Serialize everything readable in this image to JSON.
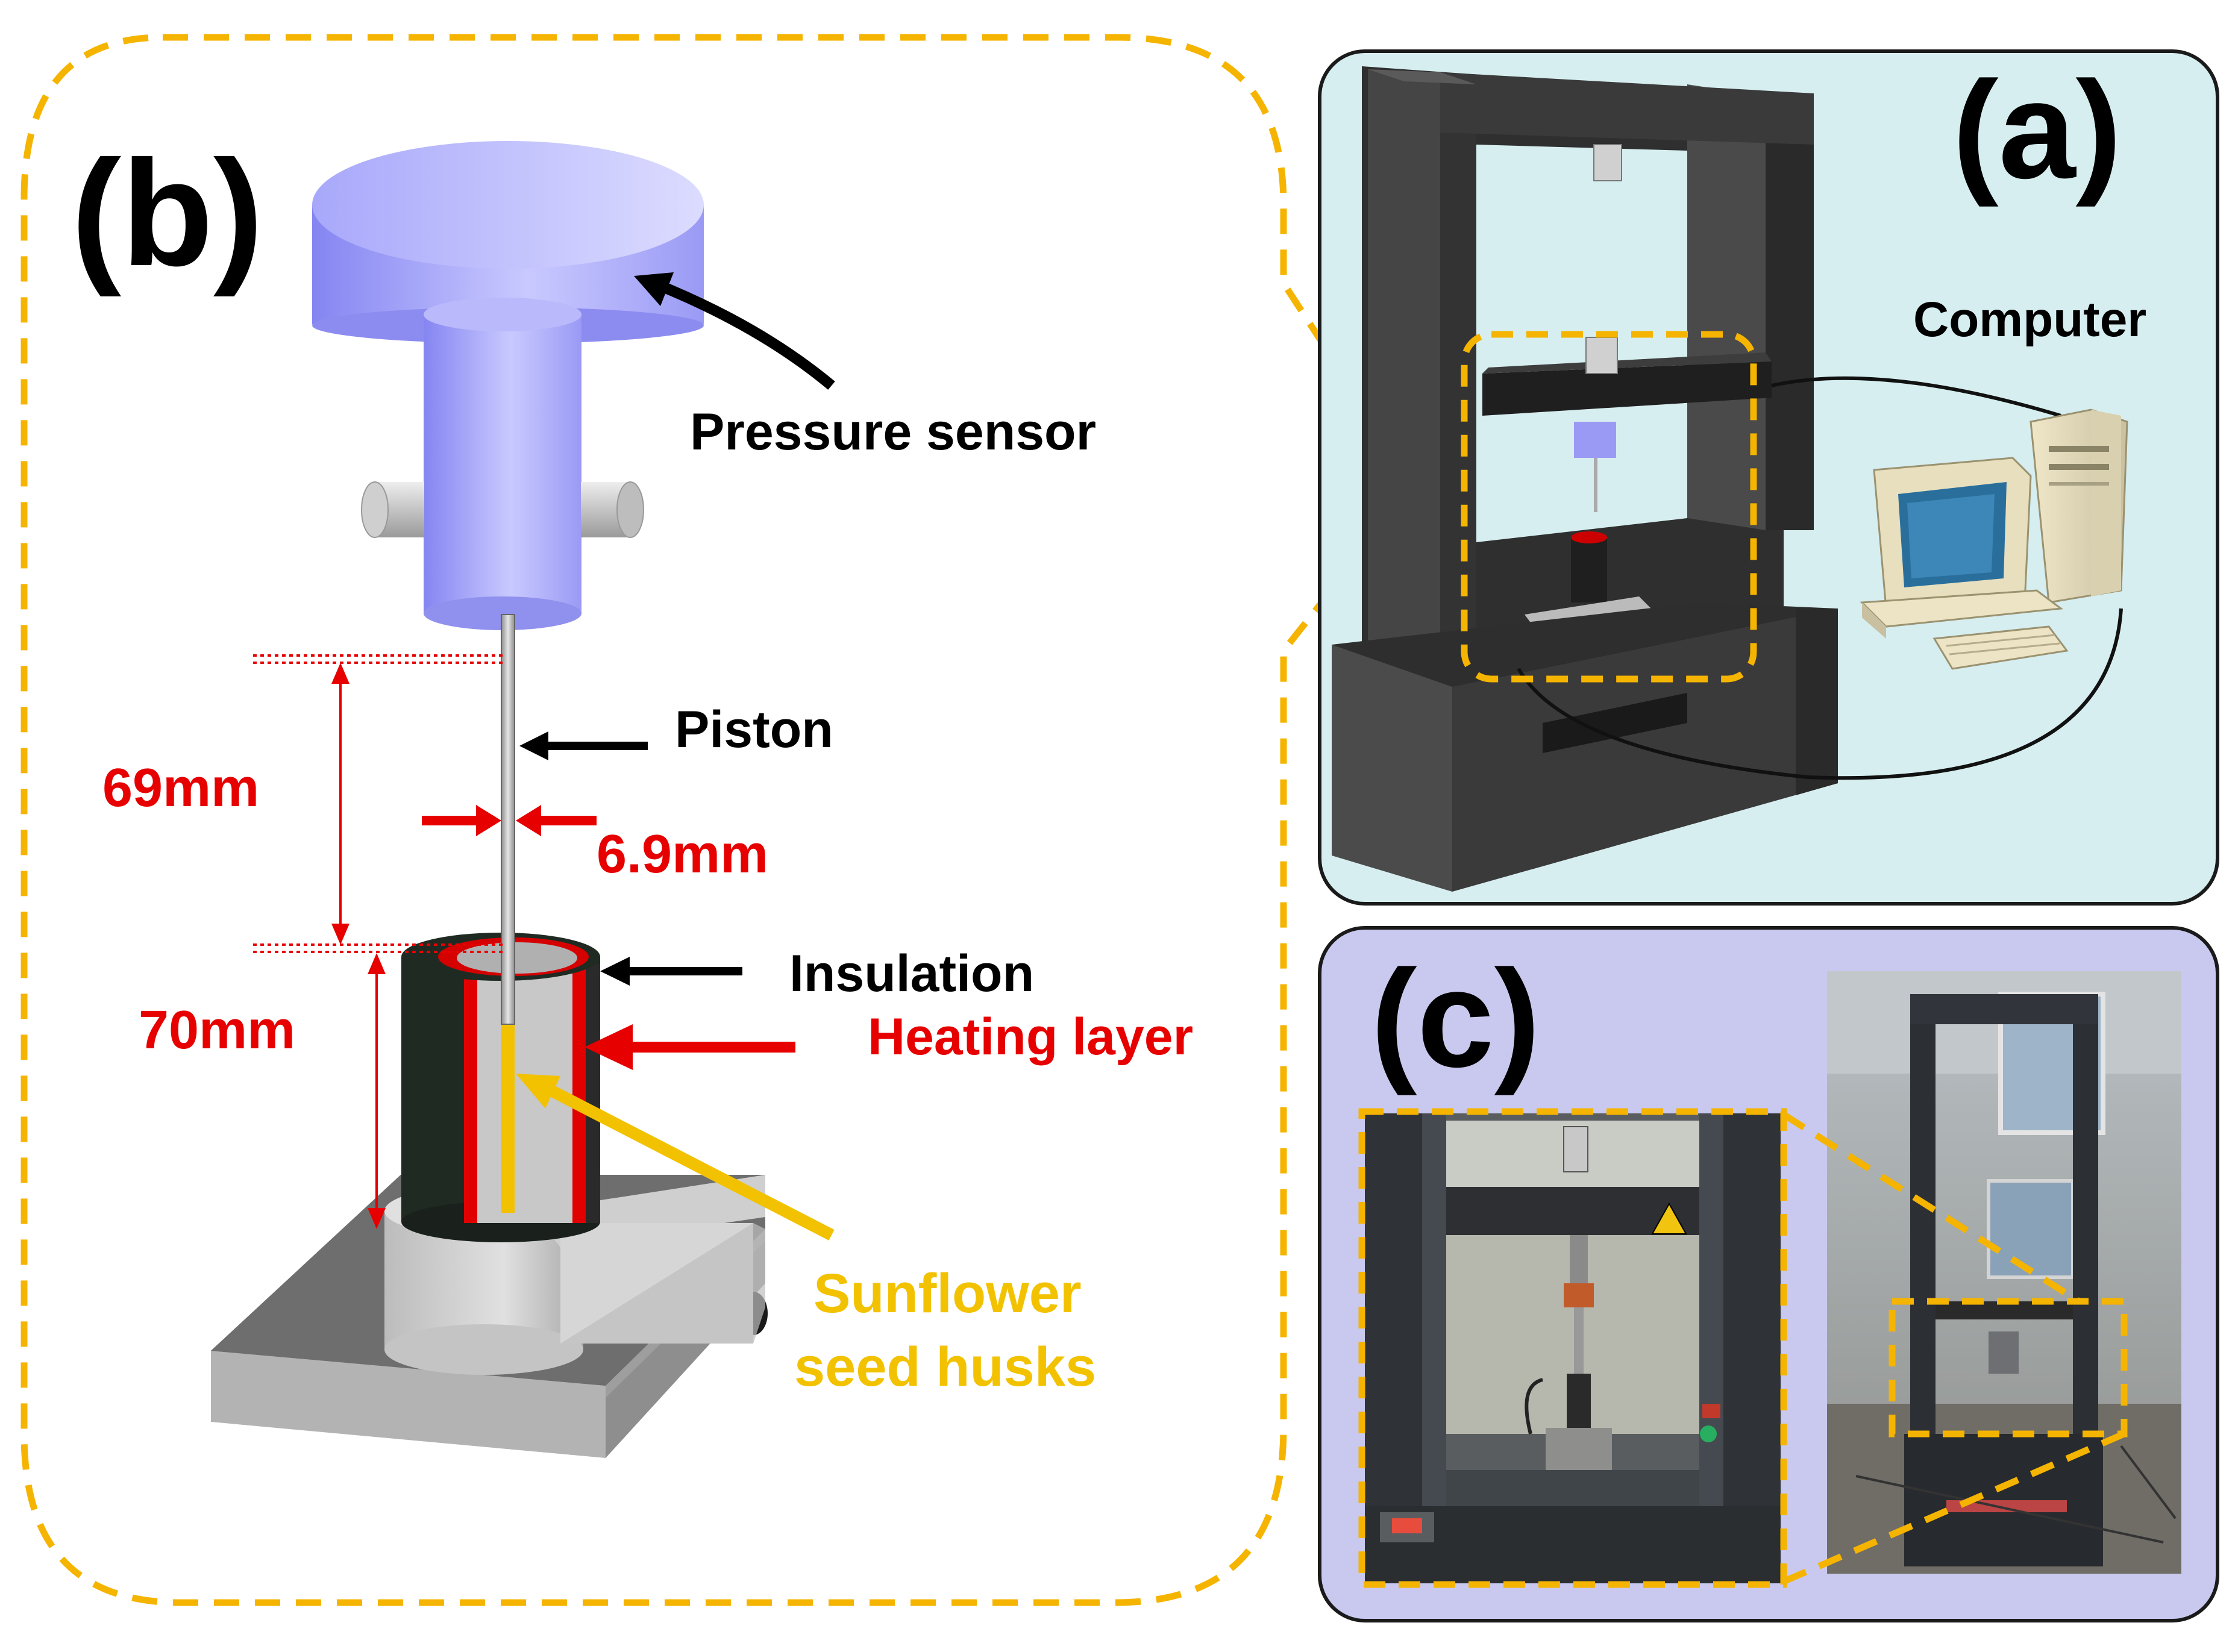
{
  "panels": {
    "a": {
      "letter": "(a)",
      "computer_label": "Computer"
    },
    "b": {
      "letter": "(b)",
      "pressure_sensor": "Pressure sensor",
      "piston": "Piston",
      "insulation": "Insulation",
      "heating_layer": "Heating layer",
      "husks_line1": "Sunflower",
      "husks_line2": "seed husks",
      "dim_piston_length": "69mm",
      "dim_piston_diameter": "6.9mm",
      "dim_cylinder_height": "70mm"
    },
    "c": {
      "letter": "(c)"
    }
  },
  "colors": {
    "highlight_dash": "#f5b400",
    "dimension_red": "#e60000",
    "husk_yellow": "#f2c200",
    "sensor_blue": "#a8a8ff",
    "panel_a_bg": "#d6eef0",
    "panel_c_bg": "#c9c9ef",
    "machine_dark": "#3d3d3d"
  }
}
